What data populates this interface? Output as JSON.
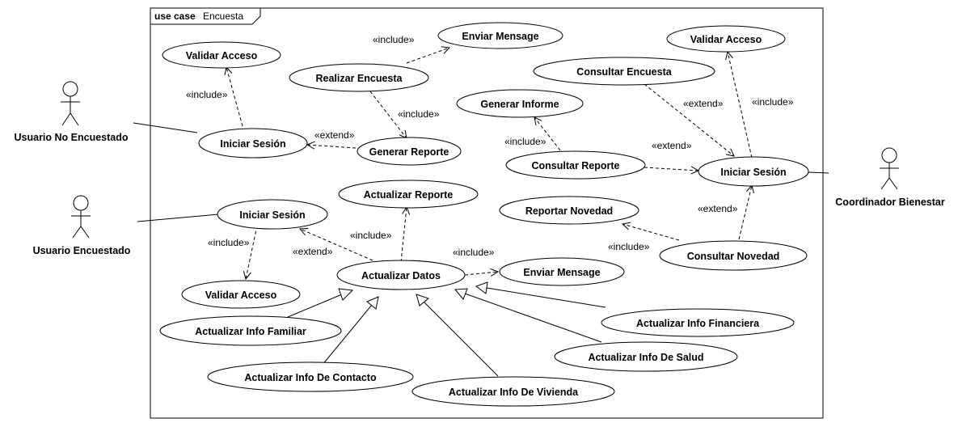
{
  "frame": {
    "keyword": "use case",
    "name": "Encuesta"
  },
  "actors": {
    "usuario_no_encuestado": "Usuario No Encuestado",
    "usuario_encuestado": "Usuario Encuestado",
    "coordinador_bienestar": "Coordinador Bienestar"
  },
  "use_cases": {
    "validar_acceso_1": "Validar Acceso",
    "enviar_mensage_1": "Enviar Mensage",
    "realizar_encuesta": "Realizar Encuesta",
    "iniciar_sesion_1": "Iniciar Sesión",
    "generar_reporte": "Generar Reporte",
    "validar_acceso_2": "Validar Acceso",
    "consultar_encuesta": "Consultar Encuesta",
    "generar_informe": "Generar Informe",
    "consultar_reporte": "Consultar Reporte",
    "iniciar_sesion_2": "Iniciar Sesión",
    "actualizar_reporte": "Actualizar Reporte",
    "iniciar_sesion_3": "Iniciar Sesión",
    "reportar_novedad": "Reportar Novedad",
    "actualizar_datos": "Actualizar Datos",
    "enviar_mensage_2": "Enviar Mensage",
    "consultar_novedad": "Consultar Novedad",
    "validar_acceso_3": "Validar Acceso",
    "actualizar_info_financiera": "Actualizar Info Financiera",
    "actualizar_info_familiar": "Actualizar Info Familiar",
    "actualizar_info_de_salud": "Actualizar Info De Salud",
    "actualizar_info_de_contacto": "Actualizar Info De Contacto",
    "actualizar_info_de_vivienda": "Actualizar Info De Vivienda"
  },
  "relations": {
    "include": "«include»",
    "extend": "«extend»"
  }
}
